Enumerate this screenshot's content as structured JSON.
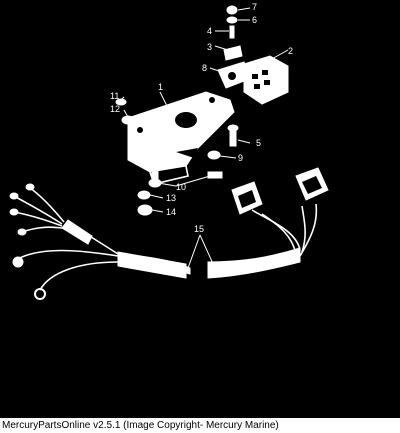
{
  "diagram": {
    "callouts": [
      "1",
      "2",
      "3",
      "4",
      "5",
      "6",
      "7",
      "8",
      "9",
      "10",
      "11",
      "12",
      "13",
      "14",
      "15"
    ]
  },
  "footer": {
    "caption": "MercuryPartsOnline v2.5.1 (Image Copyright- Mercury Marine)"
  },
  "colors": {
    "background": "#000000",
    "line_art": "#ffffff",
    "footer_bg": "#ffffff",
    "footer_text": "#000000"
  }
}
